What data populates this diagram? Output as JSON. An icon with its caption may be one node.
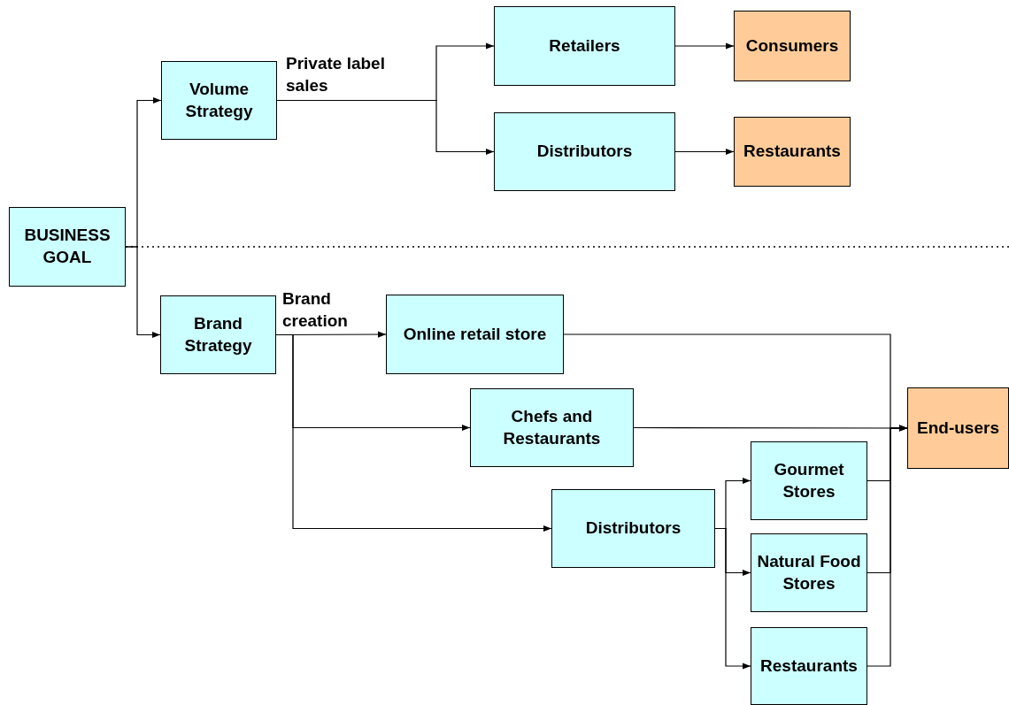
{
  "diagram": {
    "nodes": [
      {
        "text": [
          "BUSINESS GOAL"
        ]
      },
      {
        "text": [
          "Volume Strategy"
        ]
      },
      {
        "text": [
          "Retailers"
        ]
      },
      {
        "text": [
          "Consumers"
        ]
      },
      {
        "text": [
          "Distributors"
        ]
      },
      {
        "text": [
          "Restaurants"
        ]
      },
      {
        "text": [
          "Brand Strategy"
        ]
      },
      {
        "text": [
          "Online retail store"
        ]
      },
      {
        "text": [
          "Chefs and Restaurants"
        ]
      },
      {
        "text": [
          "Distributors"
        ]
      },
      {
        "text": [
          "Gourmet Stores"
        ]
      },
      {
        "text": [
          "Natural Food Stores"
        ]
      },
      {
        "text": [
          "Restaurants"
        ]
      },
      {
        "text": [
          "End-users"
        ]
      }
    ],
    "edges": [
      {
        "from": 0,
        "to": 1,
        "arrow": "to"
      },
      {
        "from": 0,
        "to": 6,
        "arrow": "to"
      },
      {
        "from": 1,
        "to": 2,
        "arrow": "to",
        "label": "Private label sales"
      },
      {
        "from": 1,
        "to": 4,
        "arrow": "to"
      },
      {
        "from": 2,
        "to": 3,
        "arrow": "to"
      },
      {
        "from": 4,
        "to": 5,
        "arrow": "to"
      },
      {
        "from": 6,
        "to": 7,
        "arrow": "to",
        "label": "Brand creation"
      },
      {
        "from": 6,
        "to": 8,
        "arrow": "to"
      },
      {
        "from": 6,
        "to": 9,
        "arrow": "to"
      },
      {
        "from": 9,
        "to": 10,
        "arrow": "to"
      },
      {
        "from": 9,
        "to": 11,
        "arrow": "to"
      },
      {
        "from": 9,
        "to": 12,
        "arrow": "to"
      },
      {
        "from": 7,
        "to": 13,
        "arrow": "to"
      },
      {
        "from": 8,
        "to": 13,
        "arrow": "to"
      },
      {
        "from": 10,
        "to": 13,
        "arrow": "to"
      },
      {
        "from": 11,
        "to": 13,
        "arrow": "to"
      },
      {
        "from": 12,
        "to": 13,
        "arrow": "to"
      }
    ]
  }
}
